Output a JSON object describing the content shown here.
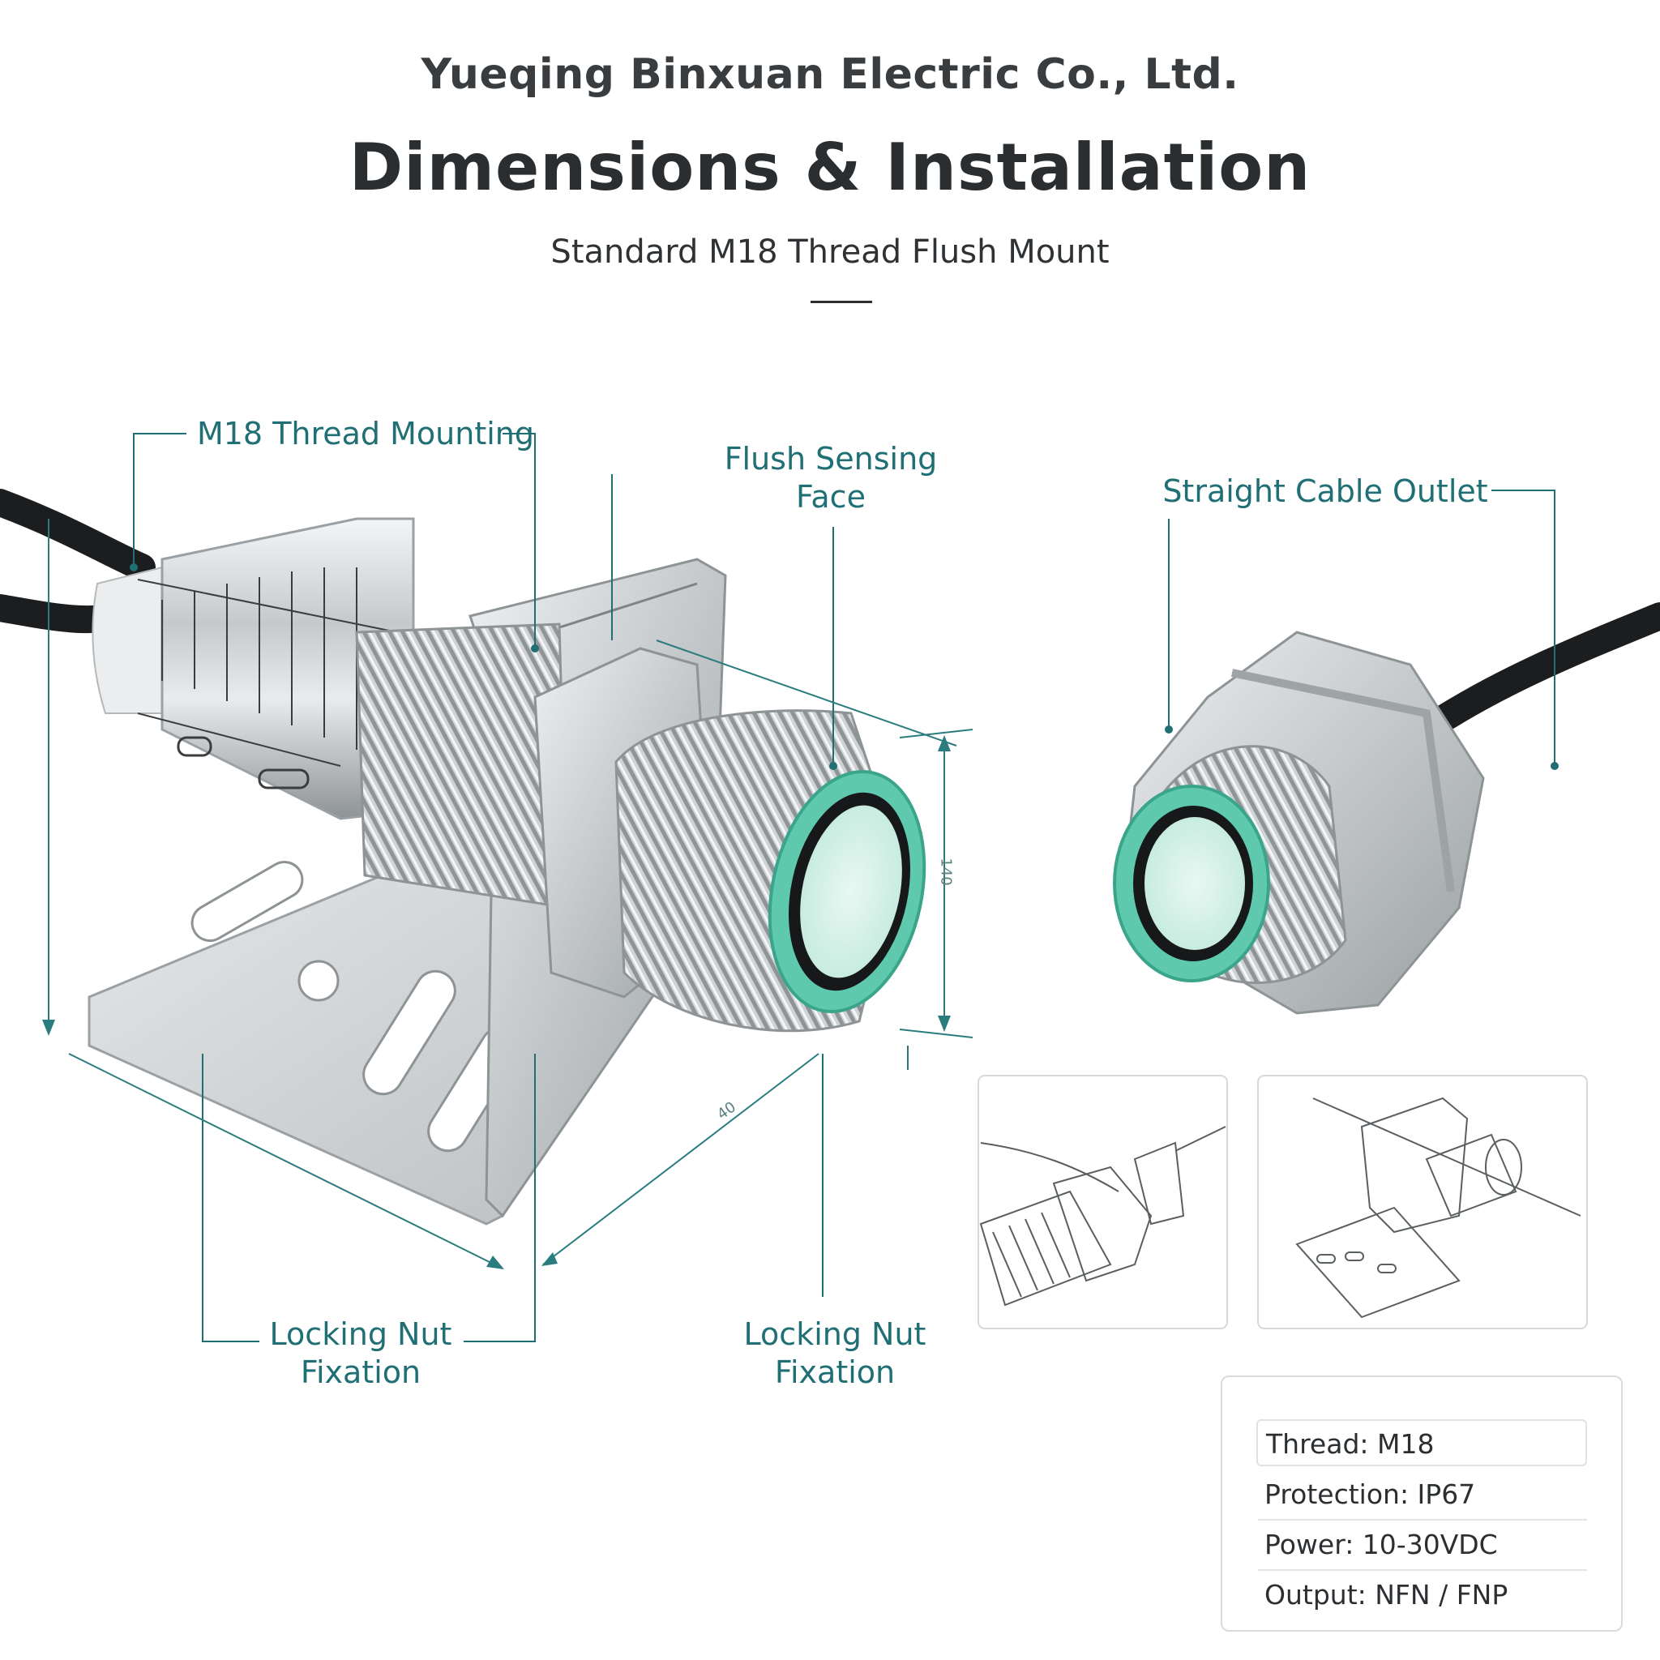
{
  "header": {
    "company": "Yueqing Binxuan Electric Co., Ltd.",
    "title": "Dimensions & Installation",
    "subtitle": "Standard M18 Thread Flush Mount"
  },
  "callouts": {
    "thread_mounting": "M18 Thread Mounting",
    "flush_face_line1": "Flush Sensing",
    "flush_face_line2": "Face",
    "cable_outlet": "Straight Cable Outlet",
    "locking_nut_left_line1": "Locking Nut",
    "locking_nut_left_line2": "Fixation",
    "locking_nut_right_line1": "Locking Nut",
    "locking_nut_right_line2": "Fixation"
  },
  "dimension_labels": {
    "height": "140",
    "depth": "40"
  },
  "specs": [
    {
      "label": "Thread: M18"
    },
    {
      "label": "Protection: IP67"
    },
    {
      "label": "Power: 10-30VDC"
    },
    {
      "label": "Output: NFN / FNP"
    }
  ],
  "colors": {
    "accent_teal": "#1f6f74",
    "sensing_face_green": "#5fc9ad",
    "steel": "#c9ccce",
    "cable": "#1b1d1f"
  }
}
